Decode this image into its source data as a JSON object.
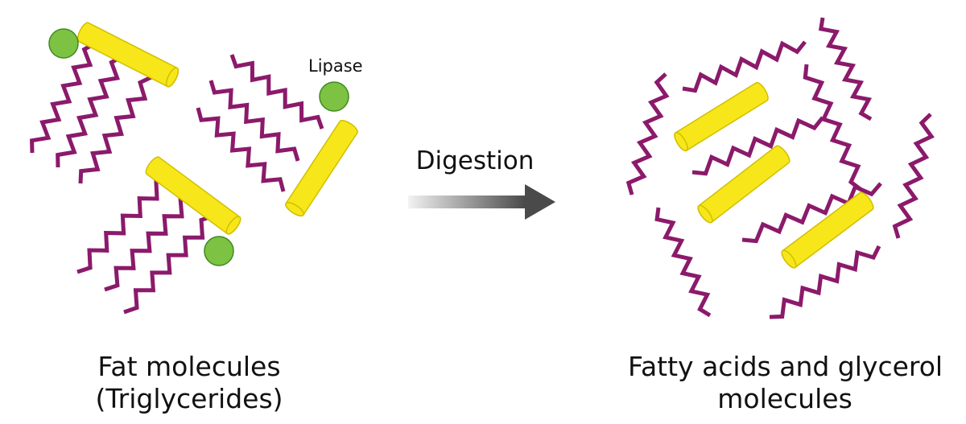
{
  "labels": {
    "lipase": "Lipase",
    "digestion": "Digestion",
    "left_caption_line1": "Fat molecules",
    "left_caption_line2": "(Triglycerides)",
    "right_caption_line1": "Fatty acids and glycerol",
    "right_caption_line2": "molecules"
  },
  "colors": {
    "fatty_acid_chain": "#8b1a6b",
    "glycerol_rod": "#f7e619",
    "glycerol_rod_stroke": "#d2bf00",
    "lipase_enzyme": "#7dc242",
    "lipase_stroke": "#3f8a1f",
    "arrow_dark": "#4a4a4a",
    "arrow_light": "#f2f2f2"
  },
  "icons": {
    "arrow": "right-arrow-icon",
    "enzyme": "circle-icon",
    "glycerol": "cylinder-icon",
    "fatty_acid": "zigzag-icon"
  }
}
